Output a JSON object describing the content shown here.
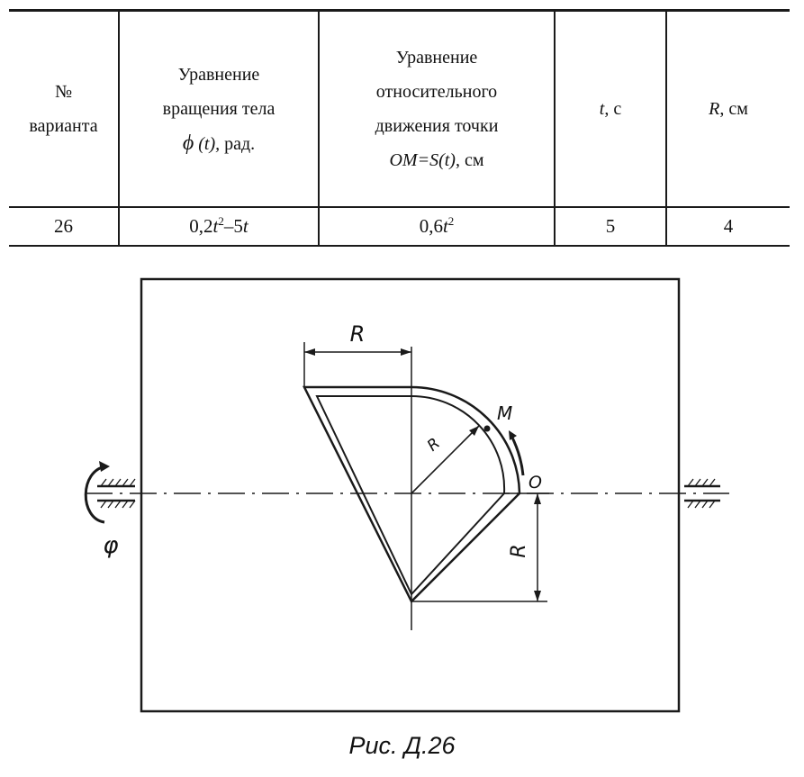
{
  "table": {
    "headers": {
      "variant": [
        "№",
        "варианта"
      ],
      "rotation": {
        "line1": "Уравнение",
        "line2": "вращения тела",
        "phi": "ϕ",
        "t": "(t),",
        "unit": " рад."
      },
      "relative": {
        "line1": "Уравнение",
        "line2": "относительного",
        "line3": "движения точки",
        "formula": "OM=S(t)",
        "unit": ", см"
      },
      "time": {
        "sym": "t",
        "unit": ", с"
      },
      "radius": {
        "sym": "R",
        "unit": ", см"
      }
    },
    "row": {
      "variant": "26",
      "rotation": {
        "a": "0,2",
        "t1": "t",
        "exp": "2",
        "b": "–5",
        "t2": "t"
      },
      "relative": {
        "a": "0,6",
        "t": "t",
        "exp": "2"
      },
      "time": "5",
      "radius": "4"
    }
  },
  "figure": {
    "labels": {
      "R_top": "R",
      "R_inner": "R",
      "R_side": "R",
      "M": "M",
      "O": "O",
      "phi": "φ"
    }
  },
  "caption": "Рис. Д.26"
}
